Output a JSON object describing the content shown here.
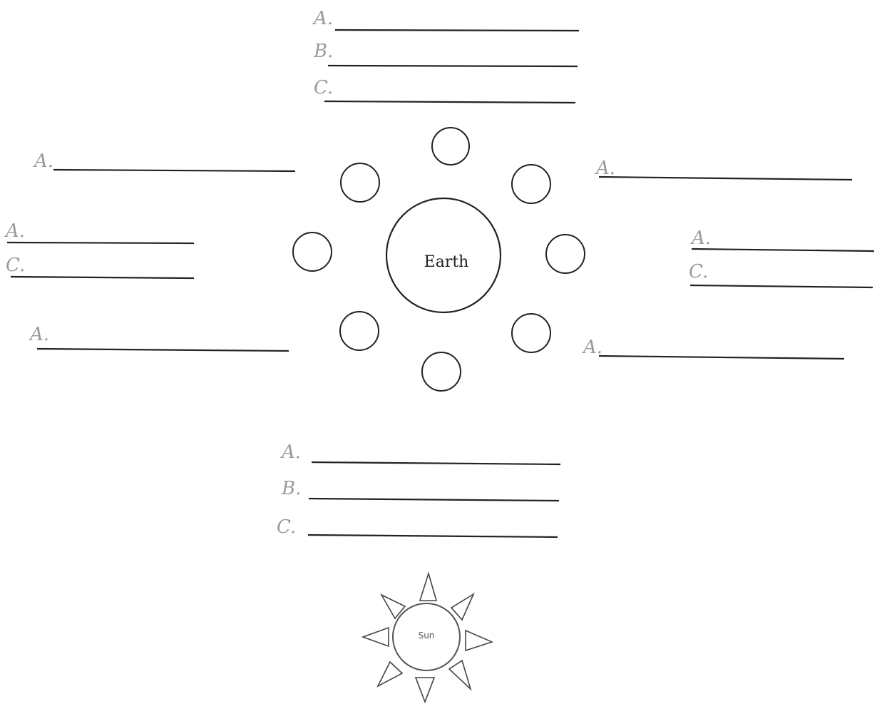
{
  "earth": {
    "label": "Earth"
  },
  "sun": {
    "label": "Sun"
  },
  "answer_blocks": [
    {
      "id": "top",
      "letters": [
        "A.",
        "B.",
        "C."
      ]
    },
    {
      "id": "upper-left",
      "letters": [
        "A."
      ]
    },
    {
      "id": "upper-right",
      "letters": [
        "A."
      ]
    },
    {
      "id": "left",
      "letters": [
        "A.",
        "C."
      ]
    },
    {
      "id": "right",
      "letters": [
        "A.",
        "C."
      ]
    },
    {
      "id": "lower-left",
      "letters": [
        "A."
      ]
    },
    {
      "id": "lower-right",
      "letters": [
        "A."
      ]
    },
    {
      "id": "bottom",
      "letters": [
        "A.",
        "B.",
        "C."
      ]
    }
  ],
  "moon_count": 8
}
